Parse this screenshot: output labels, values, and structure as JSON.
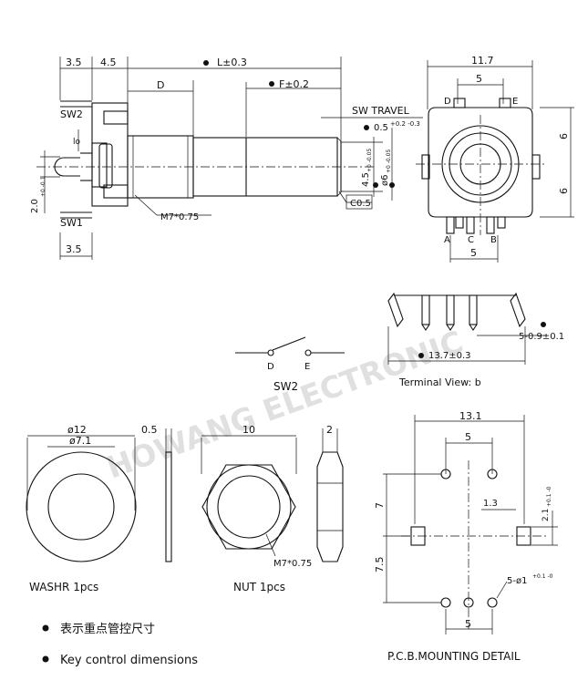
{
  "watermark": "HOWANG ELECTRONIC",
  "side_view": {
    "dim_3_5_top": "3.5",
    "dim_4_5": "4.5",
    "dim_L": "L±0.3",
    "dim_D": "D",
    "dim_F": "F±0.2",
    "sw2": "SW2",
    "sw1": "SW1",
    "sw_travel": "SW TRAVEL",
    "travel_value": "0.5",
    "travel_tol": "+0.2 -0.3",
    "dim_2_0": "2.0",
    "dim_2_0_tol": "+0 -0.1",
    "dim_4_5_shaft": "4.5",
    "dim_4_5_shaft_tol": "+0 -0.05",
    "dim_6": "ø6",
    "dim_6_tol": "+0 -0.05",
    "chamfer": "C0.5",
    "thread": "M7*0.75",
    "dim_3_5_bottom": "3.5"
  },
  "front_view": {
    "width": "11.7",
    "pin_spacing_top": "5",
    "pin_D": "D",
    "pin_E": "E",
    "pin_A": "A",
    "pin_C": "C",
    "pin_B": "B",
    "pin_spacing_bottom": "5",
    "half_height_top": "6",
    "half_height_bottom": "6"
  },
  "switch": {
    "label": "SW2",
    "pin_D": "D",
    "pin_E": "E"
  },
  "terminal_view": {
    "pin_dim": "5-0.9±0.1",
    "span": "13.7±0.3",
    "caption": "Terminal View: b"
  },
  "washer": {
    "outer": "ø12",
    "inner": "ø7.1",
    "thickness": "0.5",
    "caption": "WASHR  1pcs"
  },
  "nut": {
    "width": "10",
    "thread": "M7*0.75",
    "thickness": "2",
    "caption": "NUT 1pcs"
  },
  "pcb": {
    "width": "13.1",
    "pin_spacing_top": "5",
    "dim_7": "7",
    "dim_7_5": "7.5",
    "dim_1_3": "1.3",
    "slot": "2.1",
    "slot_tol": "+0.1 -0",
    "holes": "5-ø1",
    "holes_tol": "+0.1 -0",
    "pin_spacing_bottom": "5",
    "caption": "P.C.B.MOUNTING DETAIL"
  },
  "legend": {
    "chinese": "表示重点管控尺寸",
    "english": "Key control dimensions"
  }
}
